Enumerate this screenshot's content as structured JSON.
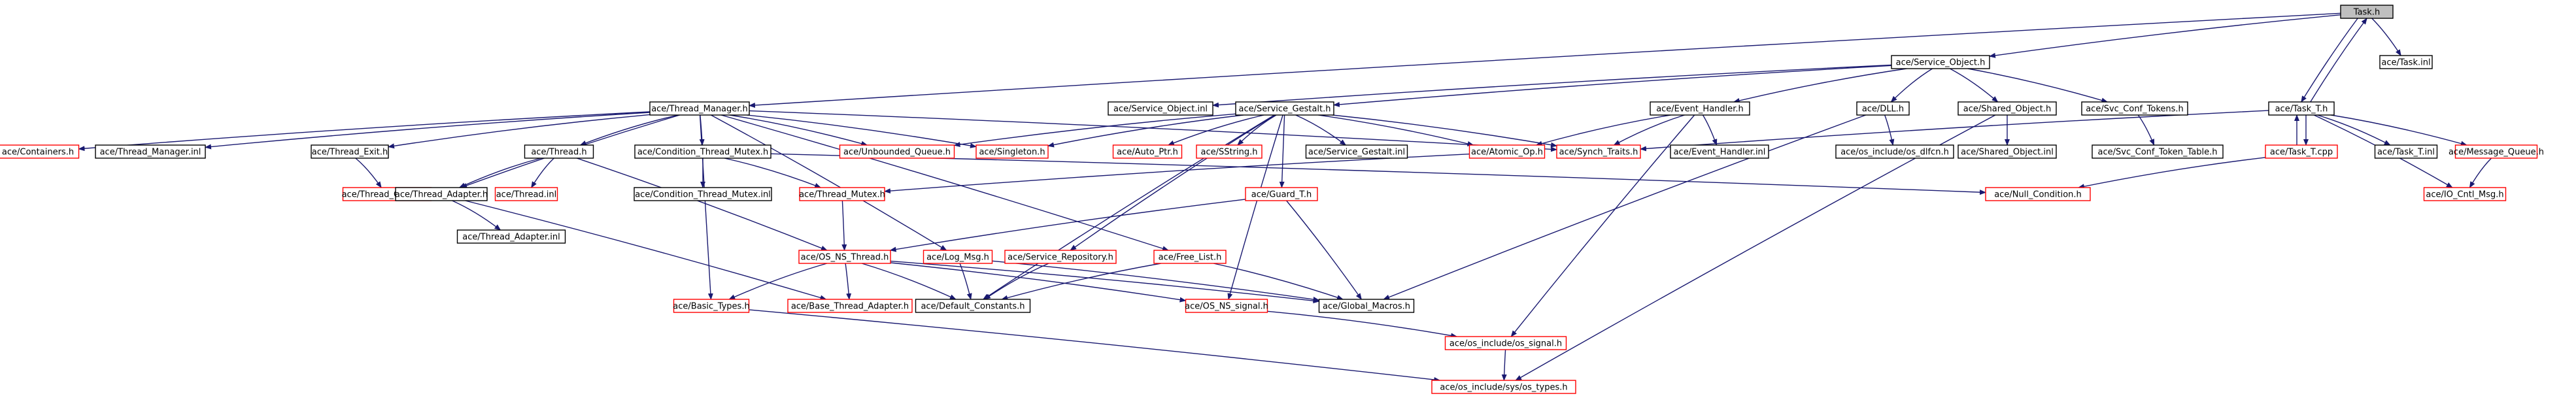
{
  "colors": {
    "edge": "#191970",
    "root_fill": "#bfbfbf",
    "root_border": "#000000",
    "doc_border": "#000000",
    "undoc_border": "#ff0000",
    "text": "#000000",
    "background": "#ffffff"
  },
  "nodes": [
    {
      "id": "task_h",
      "label": "Task.h",
      "kind": "root"
    },
    {
      "id": "task_inl",
      "label": "ace/Task.inl",
      "kind": "doc"
    },
    {
      "id": "service_object_h",
      "label": "ace/Service_Object.h",
      "kind": "doc"
    },
    {
      "id": "thread_manager_h",
      "label": "ace/Thread_Manager.h",
      "kind": "doc"
    },
    {
      "id": "service_object_inl",
      "label": "ace/Service_Object.inl",
      "kind": "doc"
    },
    {
      "id": "service_gestalt_h",
      "label": "ace/Service_Gestalt.h",
      "kind": "doc"
    },
    {
      "id": "event_handler_h",
      "label": "ace/Event_Handler.h",
      "kind": "doc"
    },
    {
      "id": "dll_h",
      "label": "ace/DLL.h",
      "kind": "doc"
    },
    {
      "id": "shared_object_h",
      "label": "ace/Shared_Object.h",
      "kind": "doc"
    },
    {
      "id": "svc_conf_tokens_h",
      "label": "ace/Svc_Conf_Tokens.h",
      "kind": "doc"
    },
    {
      "id": "task_t_h",
      "label": "ace/Task_T.h",
      "kind": "doc"
    },
    {
      "id": "containers_h",
      "label": "ace/Containers.h",
      "kind": "undoc"
    },
    {
      "id": "thread_manager_inl",
      "label": "ace/Thread_Manager.inl",
      "kind": "doc"
    },
    {
      "id": "thread_exit_h",
      "label": "ace/Thread_Exit.h",
      "kind": "doc"
    },
    {
      "id": "thread_h",
      "label": "ace/Thread.h",
      "kind": "doc"
    },
    {
      "id": "condition_thread_mutex_h",
      "label": "ace/Condition_Thread_Mutex.h",
      "kind": "doc"
    },
    {
      "id": "unbounded_queue_h",
      "label": "ace/Unbounded_Queue.h",
      "kind": "undoc"
    },
    {
      "id": "singleton_h",
      "label": "ace/Singleton.h",
      "kind": "undoc"
    },
    {
      "id": "auto_ptr_h",
      "label": "ace/Auto_Ptr.h",
      "kind": "undoc"
    },
    {
      "id": "sstring_h",
      "label": "ace/SString.h",
      "kind": "undoc"
    },
    {
      "id": "service_gestalt_inl",
      "label": "ace/Service_Gestalt.inl",
      "kind": "doc"
    },
    {
      "id": "atomic_op_h",
      "label": "ace/Atomic_Op.h",
      "kind": "undoc"
    },
    {
      "id": "synch_traits_h",
      "label": "ace/Synch_Traits.h",
      "kind": "undoc"
    },
    {
      "id": "event_handler_inl",
      "label": "ace/Event_Handler.inl",
      "kind": "doc"
    },
    {
      "id": "os_dlfcn_h",
      "label": "ace/os_include/os_dlfcn.h",
      "kind": "doc"
    },
    {
      "id": "shared_object_inl",
      "label": "ace/Shared_Object.inl",
      "kind": "doc"
    },
    {
      "id": "svc_conf_token_table_h",
      "label": "ace/Svc_Conf_Token_Table.h",
      "kind": "doc"
    },
    {
      "id": "task_t_cpp",
      "label": "ace/Task_T.cpp",
      "kind": "undoc"
    },
    {
      "id": "task_t_inl",
      "label": "ace/Task_T.inl",
      "kind": "doc"
    },
    {
      "id": "message_queue_h",
      "label": "ace/Message_Queue.h",
      "kind": "undoc"
    },
    {
      "id": "thread_control_h",
      "label": "ace/Thread_Control.h",
      "kind": "undoc"
    },
    {
      "id": "thread_adapter_h",
      "label": "ace/Thread_Adapter.h",
      "kind": "doc"
    },
    {
      "id": "thread_inl",
      "label": "ace/Thread.inl",
      "kind": "undoc"
    },
    {
      "id": "condition_thread_mutex_inl",
      "label": "ace/Condition_Thread_Mutex.inl",
      "kind": "doc"
    },
    {
      "id": "thread_mutex_h",
      "label": "ace/Thread_Mutex.h",
      "kind": "undoc"
    },
    {
      "id": "guard_t_h",
      "label": "ace/Guard_T.h",
      "kind": "undoc"
    },
    {
      "id": "null_condition_h",
      "label": "ace/Null_Condition.h",
      "kind": "undoc"
    },
    {
      "id": "io_cntl_msg_h",
      "label": "ace/IO_Cntl_Msg.h",
      "kind": "undoc"
    },
    {
      "id": "thread_adapter_inl",
      "label": "ace/Thread_Adapter.inl",
      "kind": "doc"
    },
    {
      "id": "os_ns_thread_h",
      "label": "ace/OS_NS_Thread.h",
      "kind": "undoc"
    },
    {
      "id": "log_msg_h",
      "label": "ace/Log_Msg.h",
      "kind": "undoc"
    },
    {
      "id": "service_repository_h",
      "label": "ace/Service_Repository.h",
      "kind": "undoc"
    },
    {
      "id": "free_list_h",
      "label": "ace/Free_List.h",
      "kind": "undoc"
    },
    {
      "id": "basic_types_h",
      "label": "ace/Basic_Types.h",
      "kind": "undoc"
    },
    {
      "id": "base_thread_adapter_h",
      "label": "ace/Base_Thread_Adapter.h",
      "kind": "undoc"
    },
    {
      "id": "default_constants_h",
      "label": "ace/Default_Constants.h",
      "kind": "doc"
    },
    {
      "id": "os_ns_signal_h",
      "label": "ace/OS_NS_signal.h",
      "kind": "undoc"
    },
    {
      "id": "global_macros_h",
      "label": "ace/Global_Macros.h",
      "kind": "doc"
    },
    {
      "id": "os_signal_h",
      "label": "ace/os_include/os_signal.h",
      "kind": "undoc"
    },
    {
      "id": "os_types_h",
      "label": "ace/os_include/sys/os_types.h",
      "kind": "undoc"
    }
  ],
  "edges": [
    [
      "task_h",
      "task_inl"
    ],
    [
      "task_h",
      "service_object_h"
    ],
    [
      "task_h",
      "thread_manager_h"
    ],
    [
      "task_h",
      "task_t_h"
    ],
    [
      "task_t_h",
      "task_h"
    ],
    [
      "service_object_h",
      "service_object_inl"
    ],
    [
      "service_object_h",
      "service_gestalt_h"
    ],
    [
      "service_object_h",
      "event_handler_h"
    ],
    [
      "service_object_h",
      "dll_h"
    ],
    [
      "service_object_h",
      "shared_object_h"
    ],
    [
      "service_object_h",
      "svc_conf_tokens_h"
    ],
    [
      "thread_manager_h",
      "containers_h"
    ],
    [
      "thread_manager_h",
      "thread_manager_inl"
    ],
    [
      "thread_manager_h",
      "thread_exit_h"
    ],
    [
      "thread_manager_h",
      "thread_h"
    ],
    [
      "thread_manager_h",
      "condition_thread_mutex_h"
    ],
    [
      "thread_manager_h",
      "unbounded_queue_h"
    ],
    [
      "thread_manager_h",
      "singleton_h"
    ],
    [
      "thread_manager_h",
      "synch_traits_h"
    ],
    [
      "thread_manager_h",
      "thread_adapter_h"
    ],
    [
      "thread_manager_h",
      "basic_types_h"
    ],
    [
      "thread_manager_h",
      "log_msg_h"
    ],
    [
      "thread_manager_h",
      "free_list_h"
    ],
    [
      "service_gestalt_h",
      "unbounded_queue_h"
    ],
    [
      "service_gestalt_h",
      "singleton_h"
    ],
    [
      "service_gestalt_h",
      "auto_ptr_h"
    ],
    [
      "service_gestalt_h",
      "sstring_h"
    ],
    [
      "service_gestalt_h",
      "service_gestalt_inl"
    ],
    [
      "service_gestalt_h",
      "guard_t_h"
    ],
    [
      "service_gestalt_h",
      "service_repository_h"
    ],
    [
      "service_gestalt_h",
      "atomic_op_h"
    ],
    [
      "service_gestalt_h",
      "synch_traits_h"
    ],
    [
      "service_gestalt_h",
      "default_constants_h"
    ],
    [
      "service_gestalt_h",
      "os_ns_signal_h"
    ],
    [
      "event_handler_h",
      "atomic_op_h"
    ],
    [
      "event_handler_h",
      "synch_traits_h"
    ],
    [
      "event_handler_h",
      "event_handler_inl"
    ],
    [
      "event_handler_h",
      "os_signal_h"
    ],
    [
      "dll_h",
      "os_dlfcn_h"
    ],
    [
      "dll_h",
      "global_macros_h"
    ],
    [
      "shared_object_h",
      "shared_object_inl"
    ],
    [
      "shared_object_h",
      "os_types_h"
    ],
    [
      "svc_conf_tokens_h",
      "svc_conf_token_table_h"
    ],
    [
      "task_t_h",
      "task_t_cpp"
    ],
    [
      "task_t_cpp",
      "task_t_h"
    ],
    [
      "task_t_h",
      "task_t_inl"
    ],
    [
      "task_t_h",
      "message_queue_h"
    ],
    [
      "task_t_h",
      "synch_traits_h"
    ],
    [
      "task_t_h",
      "io_cntl_msg_h"
    ],
    [
      "task_t_cpp",
      "null_condition_h"
    ],
    [
      "message_queue_h",
      "io_cntl_msg_h"
    ],
    [
      "thread_exit_h",
      "thread_control_h"
    ],
    [
      "thread_h",
      "thread_adapter_h"
    ],
    [
      "thread_h",
      "thread_inl"
    ],
    [
      "thread_h",
      "os_ns_thread_h"
    ],
    [
      "condition_thread_mutex_h",
      "condition_thread_mutex_inl"
    ],
    [
      "condition_thread_mutex_h",
      "thread_mutex_h"
    ],
    [
      "condition_thread_mutex_h",
      "null_condition_h"
    ],
    [
      "atomic_op_h",
      "thread_mutex_h"
    ],
    [
      "thread_adapter_h",
      "thread_adapter_inl"
    ],
    [
      "thread_adapter_h",
      "base_thread_adapter_h"
    ],
    [
      "thread_mutex_h",
      "os_ns_thread_h"
    ],
    [
      "guard_t_h",
      "os_ns_thread_h"
    ],
    [
      "guard_t_h",
      "global_macros_h"
    ],
    [
      "os_ns_thread_h",
      "basic_types_h"
    ],
    [
      "os_ns_thread_h",
      "base_thread_adapter_h"
    ],
    [
      "os_ns_thread_h",
      "default_constants_h"
    ],
    [
      "os_ns_thread_h",
      "os_ns_signal_h"
    ],
    [
      "os_ns_thread_h",
      "global_macros_h"
    ],
    [
      "log_msg_h",
      "default_constants_h"
    ],
    [
      "log_msg_h",
      "global_macros_h"
    ],
    [
      "service_repository_h",
      "default_constants_h"
    ],
    [
      "free_list_h",
      "default_constants_h"
    ],
    [
      "free_list_h",
      "global_macros_h"
    ],
    [
      "basic_types_h",
      "os_types_h"
    ],
    [
      "os_ns_signal_h",
      "os_signal_h"
    ],
    [
      "os_signal_h",
      "os_types_h"
    ]
  ]
}
